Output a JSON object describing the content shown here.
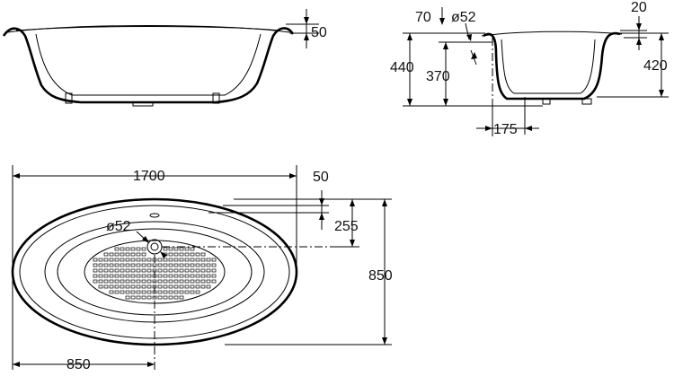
{
  "dimensions": {
    "front_rim_height": "50",
    "side_rim_width": "70",
    "side_drain_diameter": "ø52",
    "side_top_rim": "20",
    "side_total_height": "440",
    "side_drain_height": "370",
    "side_inner_depth": "420",
    "side_drain_offset": "175",
    "plan_length": "1700",
    "plan_rim_offset": "50",
    "plan_drain_offset": "255",
    "plan_width": "850",
    "plan_drain_diameter": "ø52",
    "plan_half_length": "850"
  }
}
